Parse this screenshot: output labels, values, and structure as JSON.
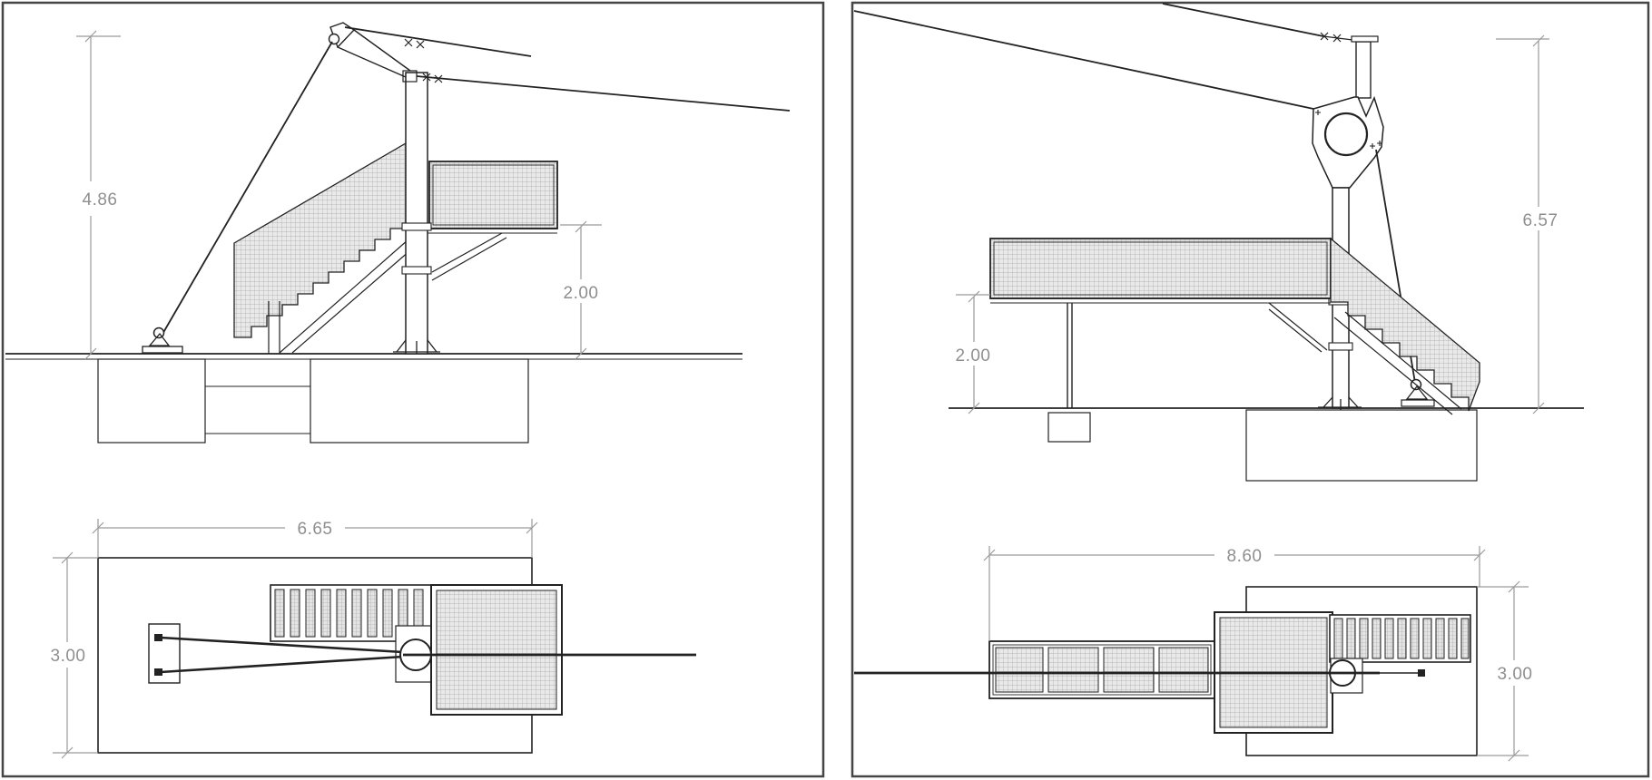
{
  "drawing": {
    "left_elevation": {
      "mast_height_dim": "4.86",
      "platform_height_dim": "2.00"
    },
    "left_plan": {
      "length_dim": "6.65",
      "width_dim": "3.00"
    },
    "right_elevation": {
      "mast_height_dim": "6.57",
      "platform_height_dim": "2.00"
    },
    "right_plan": {
      "length_dim": "8.60",
      "width_dim": "3.00"
    }
  },
  "colors": {
    "line": "#222222",
    "dimension": "#8f8f8f",
    "hatch_fill": "#e9e9e9",
    "hatch_line": "#a6a6a6",
    "panel_border": "#454545",
    "background": "#ffffff"
  }
}
